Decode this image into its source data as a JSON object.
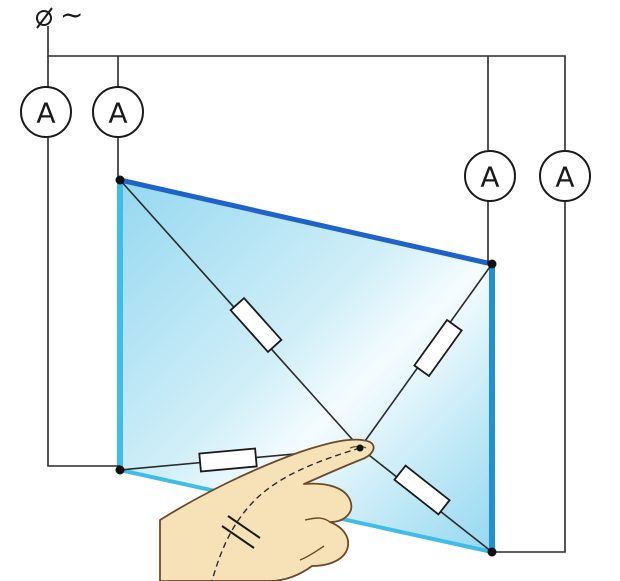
{
  "source": {
    "symbol": "⌀",
    "tilde": "~"
  },
  "ammeters": [
    {
      "label": "A"
    },
    {
      "label": "A"
    },
    {
      "label": "A"
    },
    {
      "label": "A"
    }
  ],
  "colors": {
    "panel_light": "#dff4fb",
    "panel_mid": "#8fd6ef",
    "edge_blue": "#1d63c9",
    "edge_cyan": "#2fb3e6",
    "finger_skin": "#f7e2b8",
    "finger_outline": "#6b4a2a"
  },
  "icons": [
    "power-source-icon",
    "ammeter-icon",
    "resistor-icon",
    "finger-icon",
    "capacitor-icon"
  ]
}
